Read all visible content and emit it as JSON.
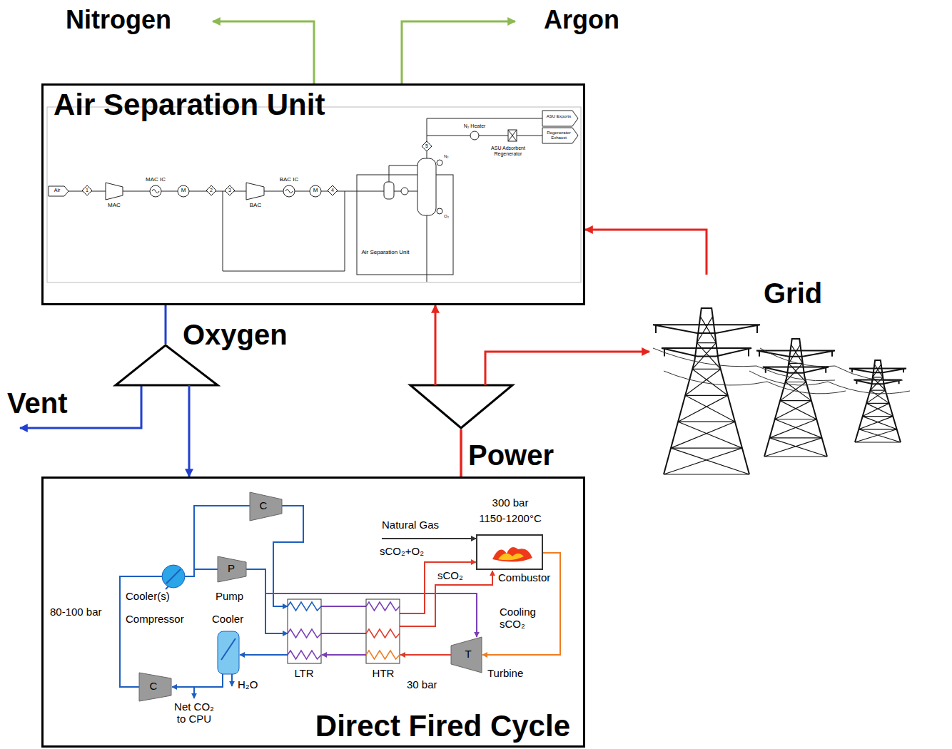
{
  "diagram": {
    "nodes": [
      {
        "text": [
          "Air Separation Unit"
        ]
      },
      {
        "text": [
          "Direct Fired Cycle"
        ]
      },
      {
        "text": [
          "Grid"
        ]
      }
    ],
    "edges": [
      {
        "from": 0,
        "to": 1,
        "arrow": "to",
        "label": "Oxygen"
      },
      {
        "from": 1,
        "to": 0,
        "arrow": "to",
        "label": "Power"
      },
      {
        "from": 1,
        "to": 2,
        "arrow": "to"
      },
      {
        "from": 2,
        "to": 0,
        "arrow": "to"
      }
    ],
    "labels": [
      "Nitrogen",
      "Argon",
      "Vent",
      "Air",
      "1",
      "MAC",
      "MAC IC",
      "M",
      "2",
      "3",
      "BAC",
      "BAC IC",
      "M",
      "4",
      "Air Separation Unit",
      "N₂",
      "O₂",
      "5",
      "N₂ Heater",
      "ASU Adsorbent Regenerator",
      "ASU Exports",
      "Regenerator Exhaust",
      "C",
      "P",
      "Cooler(s)",
      "Compressor",
      "Pump",
      "Cooler",
      "80-100 bar",
      "C",
      "LTR",
      "HTR",
      "30 bar",
      "T",
      "Turbine",
      "Net CO₂ to CPU",
      "H₂O",
      "Natural Gas",
      "sCO₂+O₂",
      "sCO₂",
      "Combustor",
      "Cooling sCO₂",
      "300 bar",
      "1150-1200°C"
    ]
  }
}
